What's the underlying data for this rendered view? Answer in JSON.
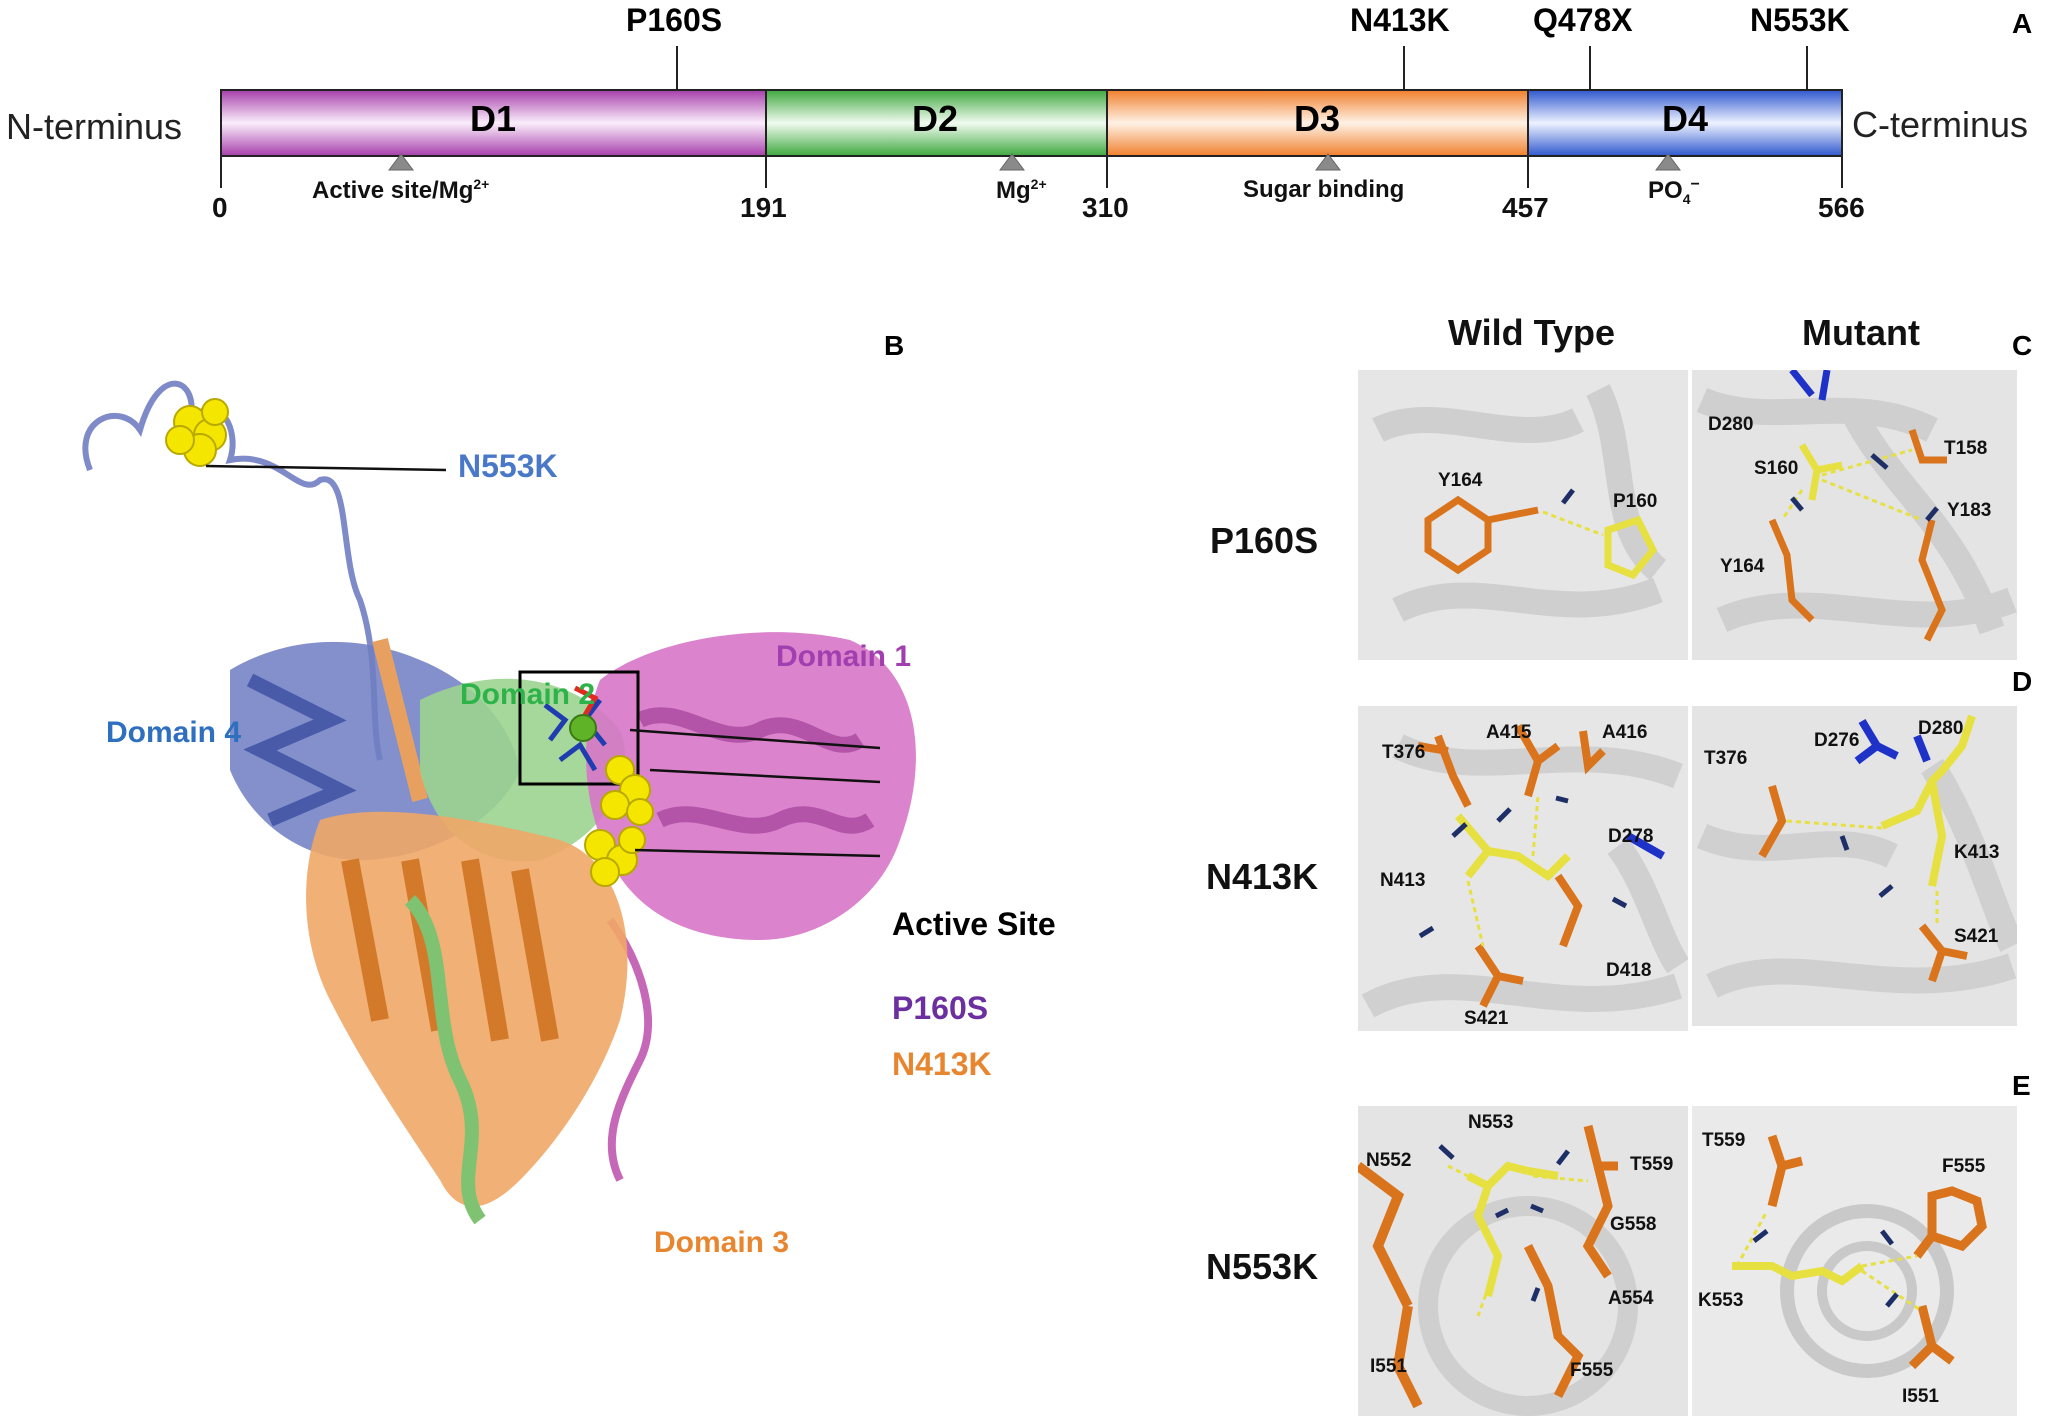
{
  "panel_a": {
    "letter": "A",
    "n_terminus": "N-terminus",
    "c_terminus": "C-terminus",
    "domains": [
      {
        "label": "D1",
        "start": 0,
        "end": 191,
        "color": "#b04fb5"
      },
      {
        "label": "D2",
        "start": 191,
        "end": 310,
        "color": "#4fb24f"
      },
      {
        "label": "D3",
        "start": 310,
        "end": 457,
        "color": "#f08a3c"
      },
      {
        "label": "D4",
        "start": 457,
        "end": 566,
        "color": "#3a64d8"
      }
    ],
    "boundaries": [
      "0",
      "191",
      "310",
      "457",
      "566"
    ],
    "mutations": [
      "P160S",
      "N413K",
      "Q478X",
      "N553K"
    ],
    "sites": [
      "Active site/Mg",
      "Mg",
      "Sugar binding",
      "PO"
    ],
    "site_sup": [
      "2+",
      "2+",
      "",
      "−"
    ],
    "site_sub": [
      "",
      "",
      "",
      "4"
    ]
  },
  "panel_b": {
    "letter": "B",
    "domain_labels": [
      "Domain 4",
      "Domain 2",
      "Domain 1",
      "Domain 3"
    ],
    "domain_colors": [
      "#2f6fc0",
      "#2db34a",
      "#a23fb0",
      "#e8862f"
    ],
    "callouts": [
      "N553K",
      "Active Site",
      "P160S",
      "N413K"
    ],
    "callout_colors": [
      "#4a78c9",
      "#000000",
      "#6b2fa0",
      "#e8862f"
    ]
  },
  "panels_cde": {
    "col_titles": [
      "Wild Type",
      "Mutant"
    ],
    "letters": [
      "C",
      "D",
      "E"
    ],
    "row_labels": [
      "P160S",
      "N413K",
      "N553K"
    ],
    "c_wt": [
      "Y164",
      "P160"
    ],
    "c_mut": [
      "D280",
      "S160",
      "T158",
      "Y183",
      "Y164"
    ],
    "d_wt": [
      "T376",
      "A415",
      "A416",
      "D278",
      "N413",
      "D418",
      "S421"
    ],
    "d_mut": [
      "T376",
      "D276",
      "D280",
      "K413",
      "S421"
    ],
    "e_wt": [
      "N553",
      "N552",
      "T559",
      "G558",
      "A554",
      "I551",
      "F555"
    ],
    "e_mut": [
      "T559",
      "F555",
      "K553",
      "I551"
    ]
  }
}
